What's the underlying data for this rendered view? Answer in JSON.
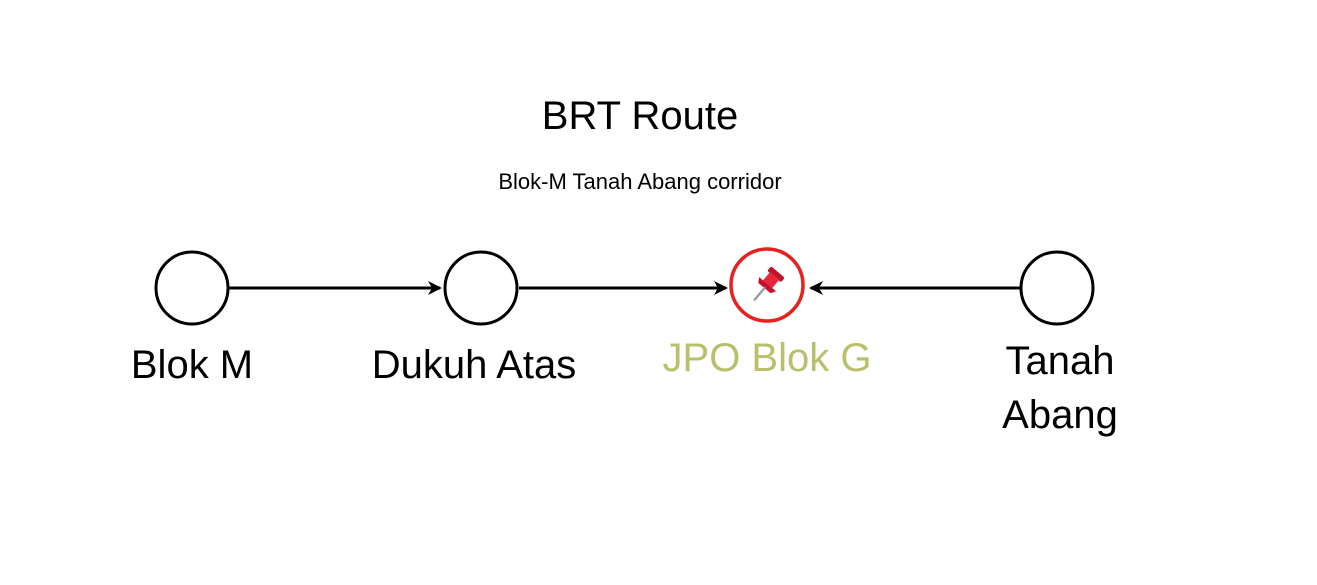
{
  "diagram": {
    "title": "BRT Route",
    "subtitle": "Blok-M Tanah Abang corridor",
    "stations": [
      {
        "id": "blok-m",
        "label": "Blok M",
        "highlight": false
      },
      {
        "id": "dukuh-atas",
        "label": "Dukuh Atas",
        "highlight": false
      },
      {
        "id": "jpo-blok-g",
        "label": "JPO Blok G",
        "highlight": true,
        "icon": "pushpin-icon"
      },
      {
        "id": "tanah-abang",
        "label": "Tanah\nAbang",
        "highlight": false
      }
    ],
    "edges": [
      {
        "from": "blok-m",
        "to": "dukuh-atas"
      },
      {
        "from": "dukuh-atas",
        "to": "jpo-blok-g"
      },
      {
        "from": "tanah-abang",
        "to": "jpo-blok-g"
      }
    ],
    "colors": {
      "node_stroke": "#000000",
      "highlight_stroke": "#e8201f",
      "highlight_label": "#b9c06b",
      "edge": "#000000"
    }
  }
}
